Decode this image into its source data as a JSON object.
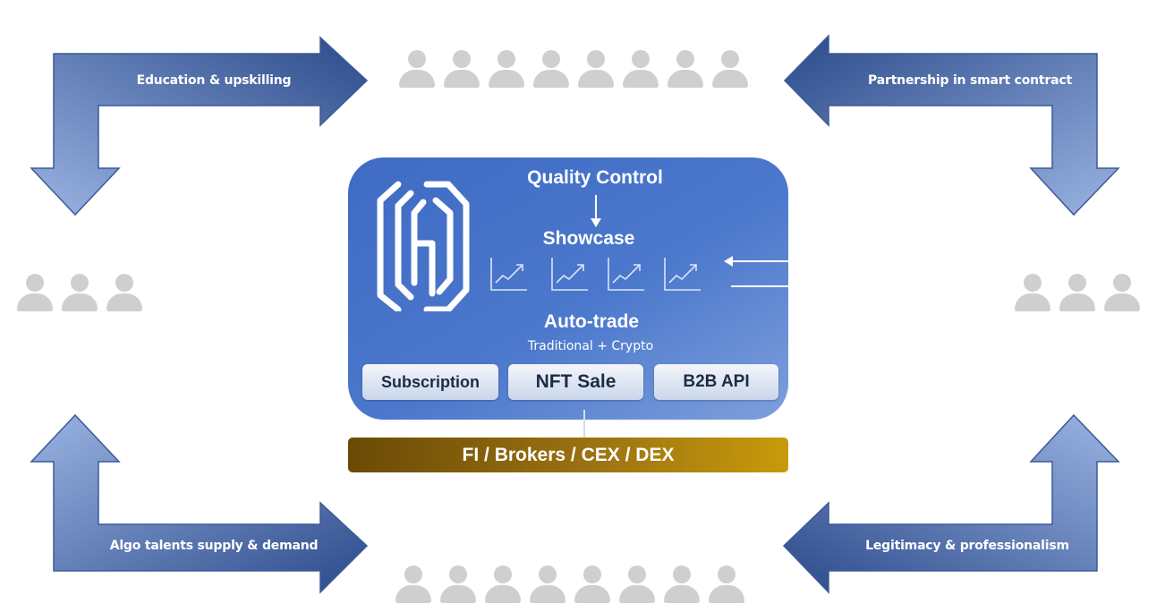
{
  "arrows": {
    "top_left": "Education & upskilling",
    "top_right": "Partnership in smart contract",
    "bottom_left": "Algo talents supply & demand",
    "bottom_right": "Legitimacy & professionalism"
  },
  "core": {
    "quality_control": "Quality Control",
    "showcase": "Showcase",
    "auto_trade": "Auto-trade",
    "auto_trade_sub": "Traditional + Crypto",
    "revenue": [
      "Subscription",
      "NFT Sale",
      "B2B API"
    ]
  },
  "exchange_bar": "FI / Brokers / CEX / DEX",
  "colors": {
    "arrow_light": "#8aa6dc",
    "arrow_dark": "#2e4d8e",
    "panel": "#4673c8",
    "gold": "#b08607",
    "person_icon": "#cfcfcf"
  },
  "icons": [
    "logo-icon",
    "person-icon",
    "trend-chart-icon",
    "arrow-down-icon",
    "arrow-left-icon"
  ]
}
